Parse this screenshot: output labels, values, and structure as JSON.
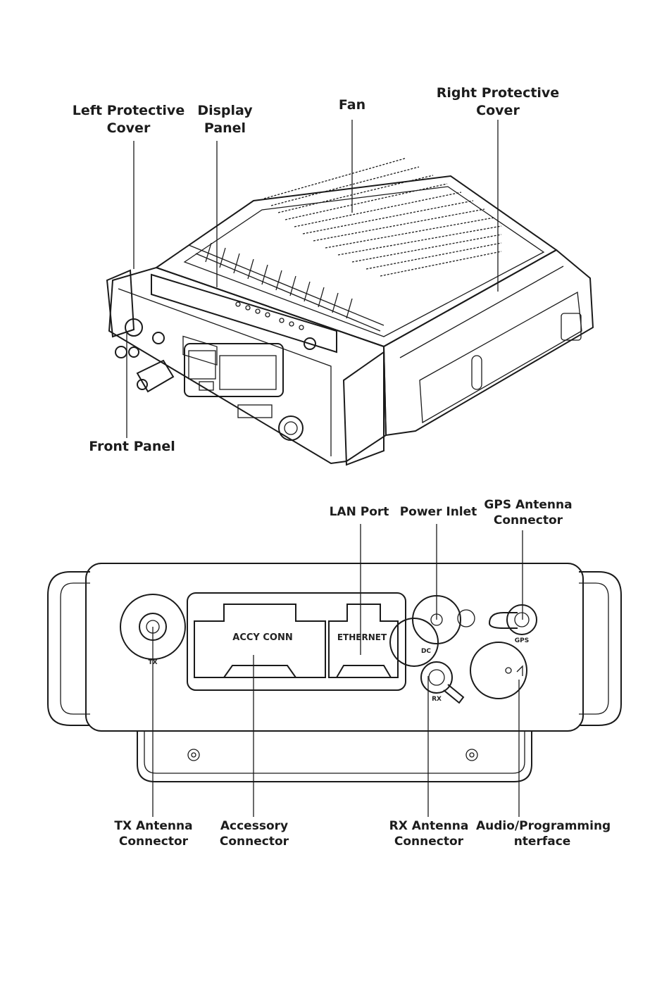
{
  "figure_top": {
    "labels": {
      "left_cover": [
        "Left Protective",
        "Cover"
      ],
      "display_panel": [
        "Display",
        "Panel"
      ],
      "fan": [
        "Fan"
      ],
      "right_cover": [
        "Right Protective",
        "Cover"
      ],
      "front_panel": [
        "Front Panel"
      ]
    }
  },
  "figure_bottom": {
    "labels": {
      "lan_port": [
        "LAN Port"
      ],
      "power_inlet": [
        "Power Inlet"
      ],
      "gps": [
        "GPS Antenna",
        "Connector"
      ],
      "tx": [
        "TX Antenna",
        "Connector"
      ],
      "accessory": [
        "Accessory",
        "Connector"
      ],
      "rx": [
        "RX Antenna",
        "Connector"
      ],
      "audio": [
        "Audio/Programming",
        "nterface"
      ]
    },
    "panel_text": {
      "accy": "ACCY CONN",
      "ethernet": "ETHERNET",
      "tx": "TX",
      "dc": "DC",
      "rx": "RX",
      "gps": "GPS"
    }
  }
}
